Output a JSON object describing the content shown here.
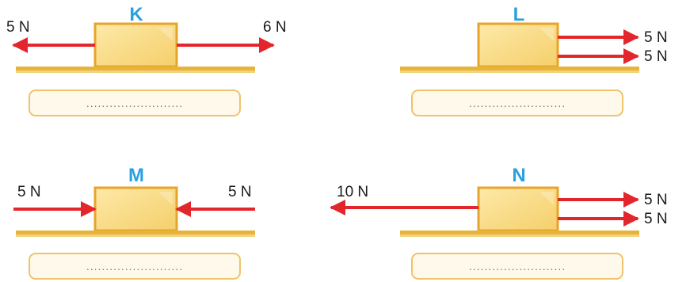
{
  "panels": [
    {
      "id": "K",
      "title": "K",
      "forces": [
        "5 N",
        "6 N"
      ],
      "answer_placeholder": "........................."
    },
    {
      "id": "L",
      "title": "L",
      "forces": [
        "5 N",
        "5 N"
      ],
      "answer_placeholder": "........................."
    },
    {
      "id": "M",
      "title": "M",
      "forces": [
        "5 N",
        "5 N"
      ],
      "answer_placeholder": "........................."
    },
    {
      "id": "N",
      "title": "N",
      "forces": [
        "10 N",
        "5 N",
        "5 N"
      ],
      "answer_placeholder": "........................."
    }
  ],
  "colors": {
    "arrow": "#e3262b",
    "block_fill": "#f9dc88",
    "block_stroke": "#e8a42a",
    "ground": "#e7b43b",
    "title": "#2aa0de",
    "answer_stroke": "#f0c36a"
  }
}
